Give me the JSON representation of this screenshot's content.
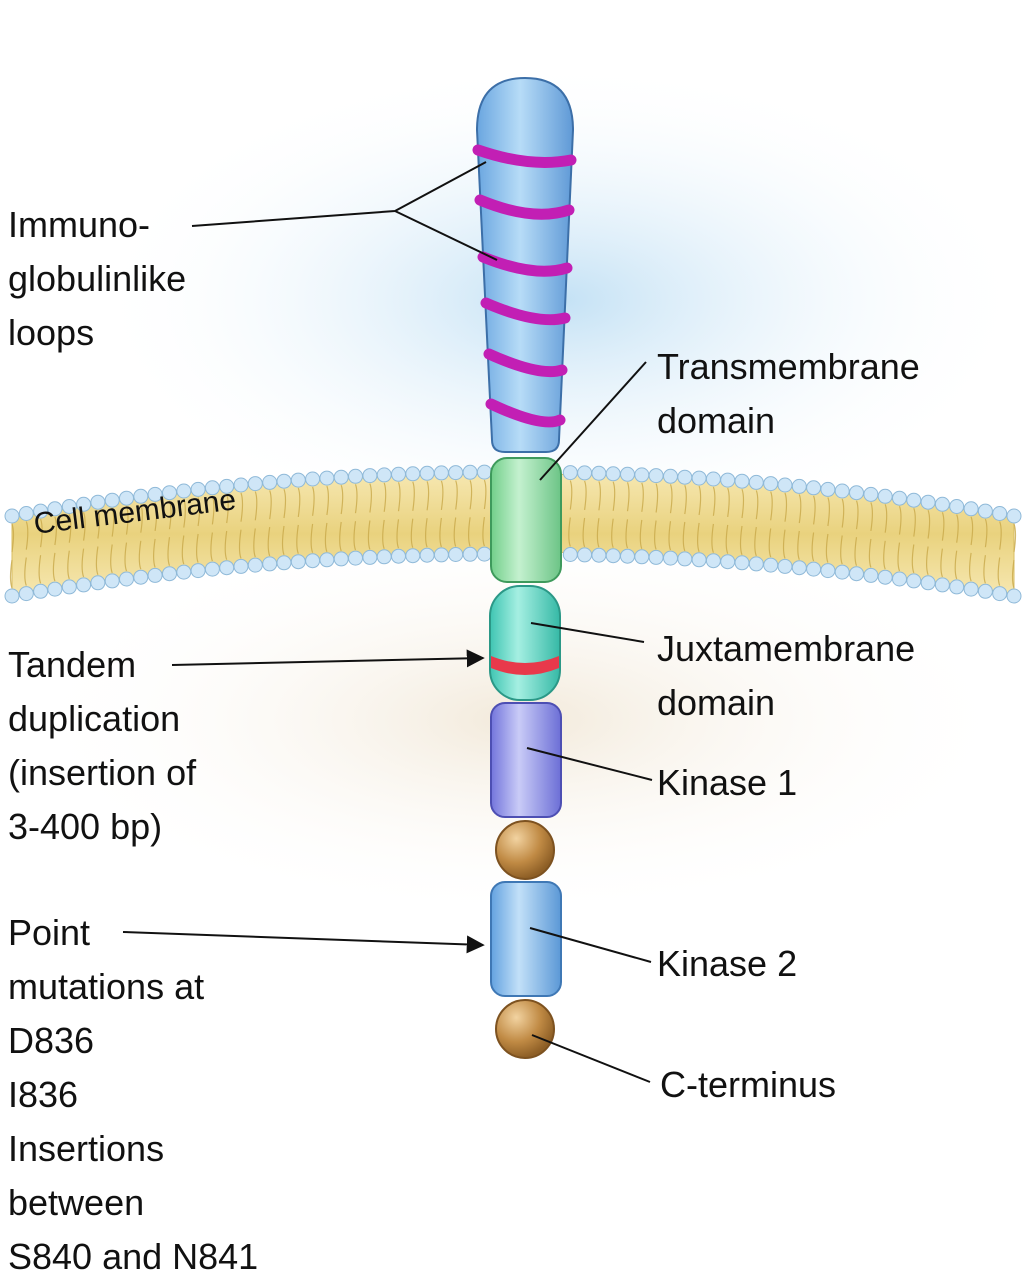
{
  "labels": {
    "ig_loops": "Immuno-\nglobulinlike\nloops",
    "transmembrane": "Transmembrane\ndomain",
    "cell_membrane": "Cell membrane",
    "tandem": "Tandem\nduplication\n(insertion of\n3-400 bp)",
    "juxtamembrane": "Juxtamembrane\ndomain",
    "kinase1": "Kinase 1",
    "point": "Point\nmutations at\nD836\nI836\nInsertions\nbetween\nS840 and N841",
    "kinase2": "Kinase 2",
    "cterm": "C-terminus"
  },
  "colors": {
    "ig_domain": "#8fc3ee",
    "ig_loop_bands": "#c21fb4",
    "transmembrane": "#8fe0a6",
    "juxtamembrane": "#4fd6c4",
    "tandem_band": "#e8394b",
    "kinase1": "#8b8de8",
    "kinase2": "#7db8ec",
    "linker": "#c08a44",
    "membrane_heads": "#cfe6f7",
    "membrane_tails": "#eddc9a"
  }
}
